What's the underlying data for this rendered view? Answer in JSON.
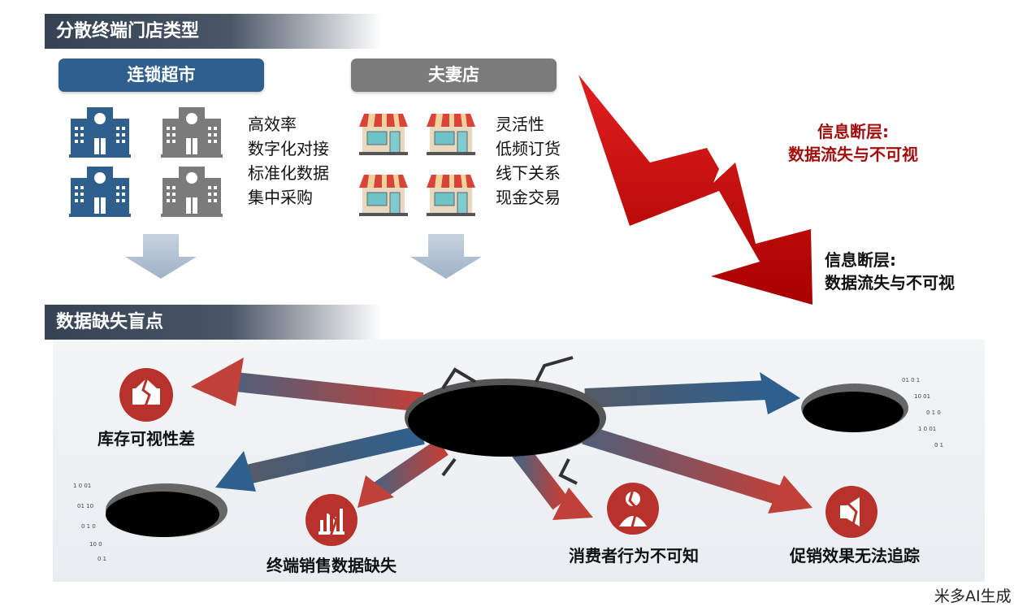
{
  "section1": {
    "title": "分散终端门店类型",
    "chain": {
      "label": "连锁超市",
      "traits": [
        "高效率",
        "数字化对接",
        "标准化数据",
        "集中采购"
      ]
    },
    "mom_pop": {
      "label": "夫妻店",
      "traits": [
        "灵活性",
        "低频订货",
        "线下关系",
        "现金交易"
      ]
    }
  },
  "info_gap_red": {
    "line1": "信息断层:",
    "line2": "数据流失与不可视"
  },
  "info_gap_black": {
    "line1": "信息断层:",
    "line2": "数据流失与不可视"
  },
  "section2": {
    "title": "数据缺失盲点",
    "blind_spots": [
      {
        "label": "库存可视性差",
        "icon": "broken-box-icon"
      },
      {
        "label": "终端销售数据缺失",
        "icon": "broken-chart-icon"
      },
      {
        "label": "消费者行为不可知",
        "icon": "broken-person-icon"
      },
      {
        "label": "促销效果无法追踪",
        "icon": "broken-megaphone-icon"
      }
    ]
  },
  "watermark": "米多AI生成",
  "colors": {
    "blue": "#2f5f8c",
    "gray": "#7b7b7b",
    "red": "#b8322c",
    "dark_red": "#b30f0f"
  }
}
